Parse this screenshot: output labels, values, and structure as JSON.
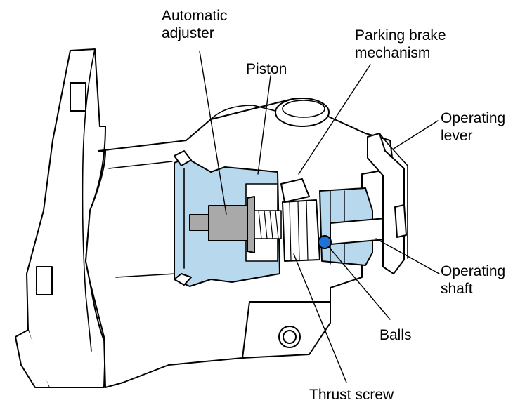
{
  "labels": {
    "automatic_adjuster": [
      "Automatic",
      "adjuster"
    ],
    "piston": [
      "Piston"
    ],
    "parking_brake_mechanism": [
      "Parking brake",
      "mechanism"
    ],
    "operating_lever": [
      "Operating",
      "lever"
    ],
    "operating_shaft": [
      "Operating",
      "shaft"
    ],
    "balls": [
      "Balls"
    ],
    "thrust_screw": [
      "Thrust screw"
    ]
  },
  "colors": {
    "outline": "#000000",
    "casting": "#ffffff",
    "cutaway_blue": "#b8d8ee",
    "adjuster_gray": "#a9a9a9",
    "ball_blue": "#1e73d8"
  }
}
